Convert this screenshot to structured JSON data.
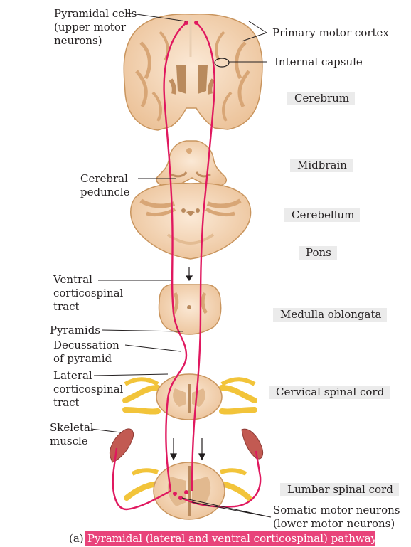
{
  "left_labels": {
    "pyramidal_cells": "Pyramidal cells\n(upper motor\nneurons)",
    "cerebral_peduncle": "Cerebral\npeduncle",
    "ventral_tract": "Ventral\ncorticospinal\ntract",
    "pyramids": "Pyramids",
    "decussation": "Decussation\nof pyramid",
    "lateral_tract": "Lateral\ncorticospinal\ntract",
    "skeletal_muscle": "Skeletal\nmuscle"
  },
  "right_labels": {
    "primary_motor_cortex": "Primary motor cortex",
    "internal_capsule": "Internal capsule",
    "somatic_motor_neurons": "Somatic motor neurons\n(lower motor neurons)"
  },
  "regions": {
    "cerebrum": "Cerebrum",
    "midbrain": "Midbrain",
    "cerebellum": "Cerebellum",
    "pons": "Pons",
    "medulla": "Medulla oblongata",
    "cervical": "Cervical spinal cord",
    "lumbar": "Lumbar spinal cord"
  },
  "caption": {
    "letter": "(a)",
    "text": "Pyramidal (lateral and ventral corticospinal) pathway"
  },
  "colors": {
    "pathway": "#e0185f",
    "tissue": "#f6dcc0",
    "tissue_dark": "#d9a877",
    "nerve": "#f2c43a",
    "muscle": "#c25a52",
    "caption_bg": "#e8437a",
    "region_bg": "#ebebeb"
  }
}
